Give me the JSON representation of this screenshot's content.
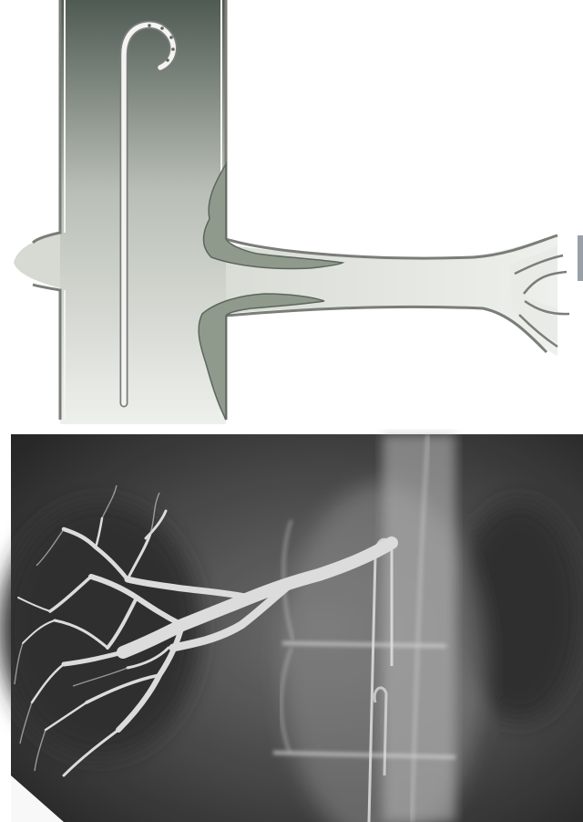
{
  "figure": {
    "panels": [
      {
        "id": "schematic",
        "kind": "illustration"
      },
      {
        "id": "angiogram",
        "kind": "x-ray-image"
      }
    ]
  },
  "colors": {
    "background": "#ffffff",
    "aorta_gradient_top": "#4f5a52",
    "aorta_gradient_bottom": "#eef0ec",
    "vessel_fill": "#e3e6e0",
    "vessel_wall": "#7a7d78",
    "plaque": "#8f9a8d",
    "plaque_edge": "#5d665c",
    "catheter": "#f4f4f2",
    "xray_dark": "#1e1e1e",
    "xray_mid": "#6b6b6b",
    "xray_light": "#d8d8d8"
  }
}
